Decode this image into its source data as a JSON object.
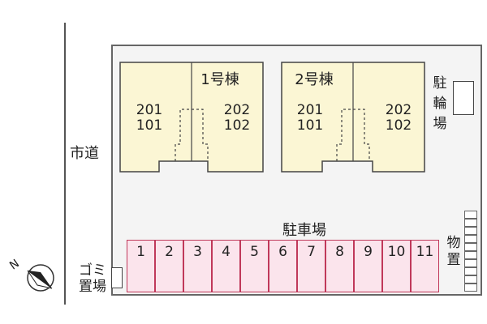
{
  "road_label": "市道",
  "buildings": [
    {
      "name": "1号棟",
      "left_units": [
        "201",
        "101"
      ],
      "right_units": [
        "202",
        "102"
      ]
    },
    {
      "name": "2号棟",
      "left_units": [
        "201",
        "101"
      ],
      "right_units": [
        "202",
        "102"
      ]
    }
  ],
  "bicycle_parking_label": [
    "駐",
    "輪",
    "場"
  ],
  "parking_label": "駐車場",
  "parking_spaces": [
    "1",
    "2",
    "3",
    "4",
    "5",
    "6",
    "7",
    "8",
    "9",
    "10",
    "11"
  ],
  "storage_label": [
    "物",
    "置"
  ],
  "garbage_label": [
    "ゴミ",
    "置場"
  ],
  "north_label": "N",
  "colors": {
    "building": "#fbf6d4",
    "parking_fill": "#fbe4ec",
    "parking_border": "#c0385a",
    "site": "#f4f4f4"
  }
}
